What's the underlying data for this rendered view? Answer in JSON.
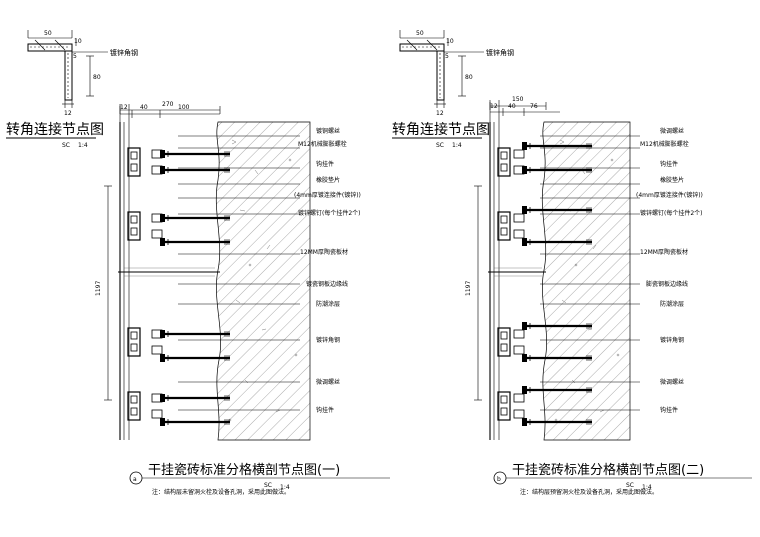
{
  "left": {
    "corner": {
      "label": "镀锌角钢",
      "dims": [
        "50",
        "10",
        "80",
        "12",
        "5"
      ]
    },
    "corner_title": "转角连接节点图",
    "corner_scale_prefix": "SC",
    "corner_scale": "1:4",
    "top_dims": [
      "270",
      "12",
      "40",
      "100"
    ],
    "side_dim": "1197",
    "callouts": [
      "镀铜螺丝",
      "M12机械膨胀螺栓",
      "钩挂件",
      "橡胶垫片",
      "(4mm厚镀连接件(镀锌))",
      "镀锌螺钉(每个挂件2个)",
      "12MM厚陶瓷板材",
      "镀瓷钢板边缘线",
      "防潮涂层",
      "镀锌角钢",
      "微调螺丝",
      "钩挂件"
    ],
    "marker": "a",
    "title": "干挂瓷砖标准分格横剖节点图(一)",
    "note": "注：结构层未留洞火栓及设备孔洞，采用此图做法。",
    "scale_prefix": "SC",
    "scale": "1:4"
  },
  "right": {
    "corner": {
      "label": "镀锌角钢",
      "dims": [
        "50",
        "10",
        "80",
        "12",
        "5"
      ]
    },
    "corner_title": "转角连接节点图",
    "corner_scale_prefix": "SC",
    "corner_scale": "1:4",
    "top_dims": [
      "150",
      "12",
      "40",
      "76"
    ],
    "side_dim": "1197",
    "callouts": [
      "微调螺丝",
      "M12机械膨胀螺栓",
      "钩挂件",
      "橡胶垫片",
      "(4mm厚镀连接件(镀锌))",
      "镀锌螺钉(每个挂件2个)",
      "12MM厚陶瓷板材",
      "膨瓷钢板边缘线",
      "防潮涂层",
      "镀锌角钢",
      "微调螺丝",
      "钩挂件"
    ],
    "marker": "b",
    "title": "干挂瓷砖标准分格横剖节点图(二)",
    "note": "注：结构层预留洞火栓及设备孔洞，采用此图做法。",
    "scale_prefix": "SC",
    "scale": "1:4"
  }
}
